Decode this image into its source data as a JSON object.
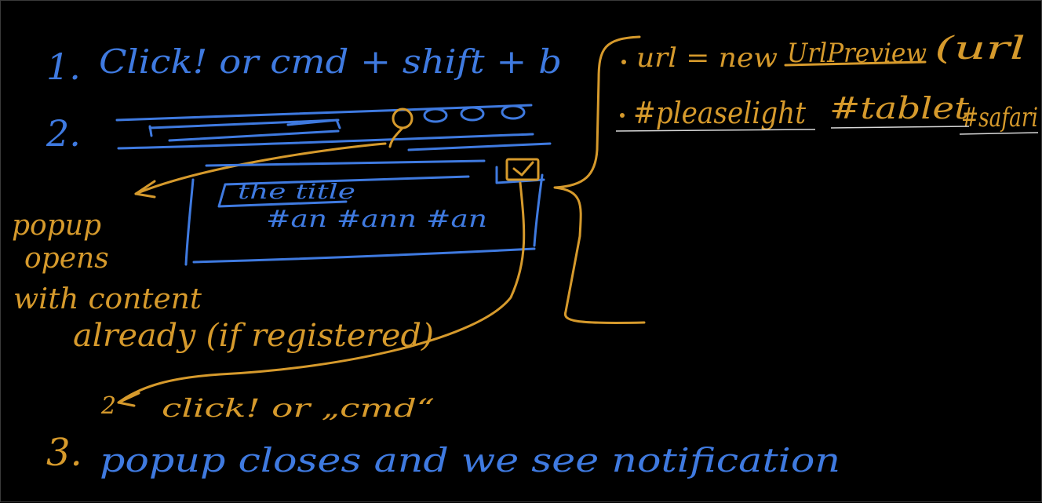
{
  "colors": {
    "blue": "#3f7ae0",
    "gold": "#d69a2c",
    "background": "#000000"
  },
  "steps": {
    "step1": {
      "number": "1.",
      "text": "Click! or cmd + shift + b"
    },
    "step2": {
      "number": "2."
    },
    "step3": {
      "number": "3.",
      "text": "popup closes and we see notification"
    }
  },
  "popup_sketch": {
    "title_field": "the title",
    "tags": "#an #ann #an"
  },
  "notes": {
    "popup_opens": [
      "popup",
      "opens",
      "with content",
      "already (if registered)"
    ],
    "click_or_cmd": "click! or „cmd“",
    "arrow_mark": "2"
  },
  "code_notes": {
    "line1_prefix": "url = new",
    "line1_class": "UrlPreview",
    "line1_suffix": "(url",
    "tags": [
      "#pleaselight",
      "#tablet",
      "#safari"
    ]
  }
}
